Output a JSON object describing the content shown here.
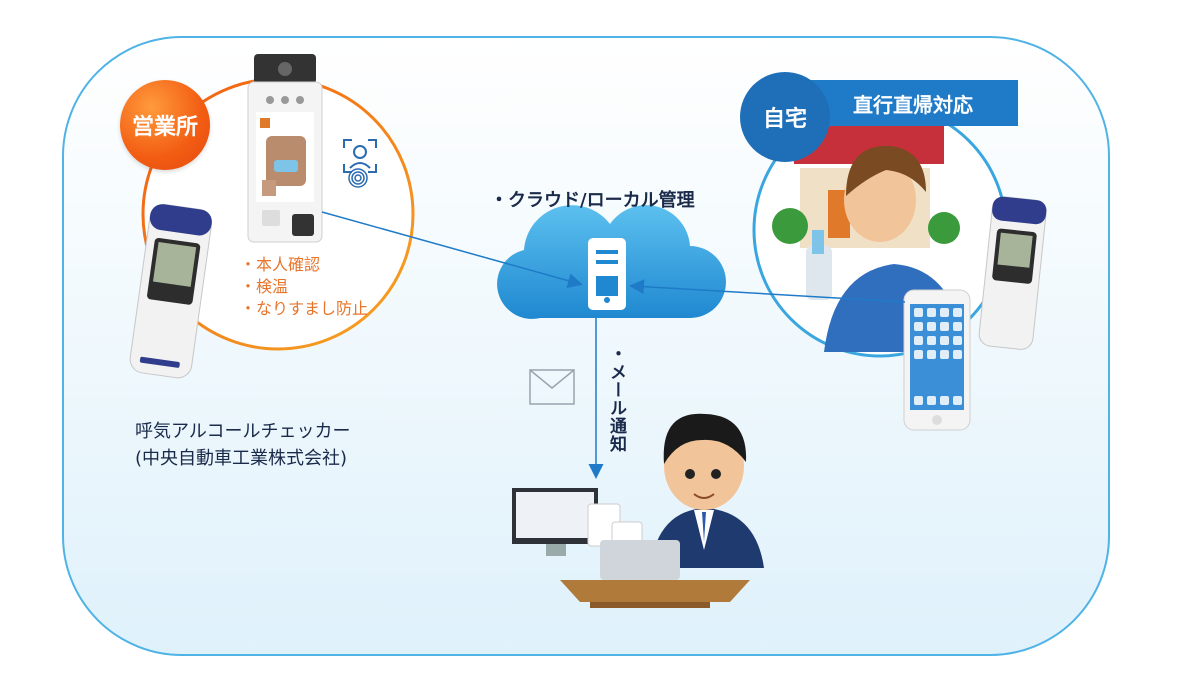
{
  "office": {
    "badge": "営業所",
    "features": [
      "・本人確認",
      "・検温",
      "・なりすまし防止"
    ]
  },
  "home": {
    "badge": "自宅",
    "banner": "直行直帰対応"
  },
  "cloud": {
    "label": "・クラウド/ローカル管理"
  },
  "mail": {
    "label": "・メール通知"
  },
  "checker": {
    "line1": "呼気アルコールチェッカー",
    "line2": "(中央自動車工業株式会社)"
  },
  "colors": {
    "accent_blue": "#1f7bc8",
    "accent_orange": "#f25c12",
    "feature_text": "#e8752a",
    "panel_border": "#4fb3e6"
  },
  "icons": [
    "face-recognition-icon",
    "fingerprint-icon",
    "cloud-server-icon",
    "mail-envelope-icon"
  ]
}
